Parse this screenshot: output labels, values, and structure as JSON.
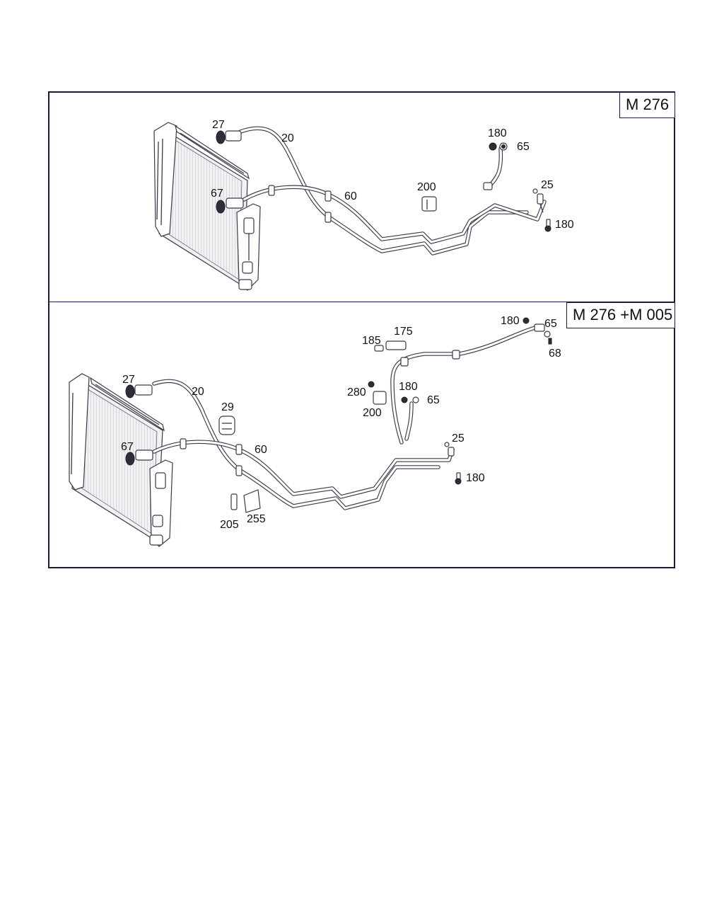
{
  "panels": [
    {
      "variant": "M 276",
      "labels": {
        "p27": "27",
        "p20": "20",
        "p67": "67",
        "p60": "60",
        "p200": "200",
        "p180a": "180",
        "p65": "65",
        "p25": "25",
        "p180b": "180"
      }
    },
    {
      "variant": "M 276 +M 005",
      "labels": {
        "p27": "27",
        "p20": "20",
        "p29": "29",
        "p67": "67",
        "p60": "60",
        "p205": "205",
        "p255": "255",
        "p185": "185",
        "p175": "175",
        "p280": "280",
        "p200": "200",
        "p180a": "180",
        "p65a": "65",
        "p180b": "180",
        "p65b": "65",
        "p68": "68",
        "p25": "25",
        "p180c": "180"
      }
    }
  ],
  "colors": {
    "frame": "#1a1a3a",
    "ink": "#3a3a4a",
    "seal": "#2e2e38"
  }
}
